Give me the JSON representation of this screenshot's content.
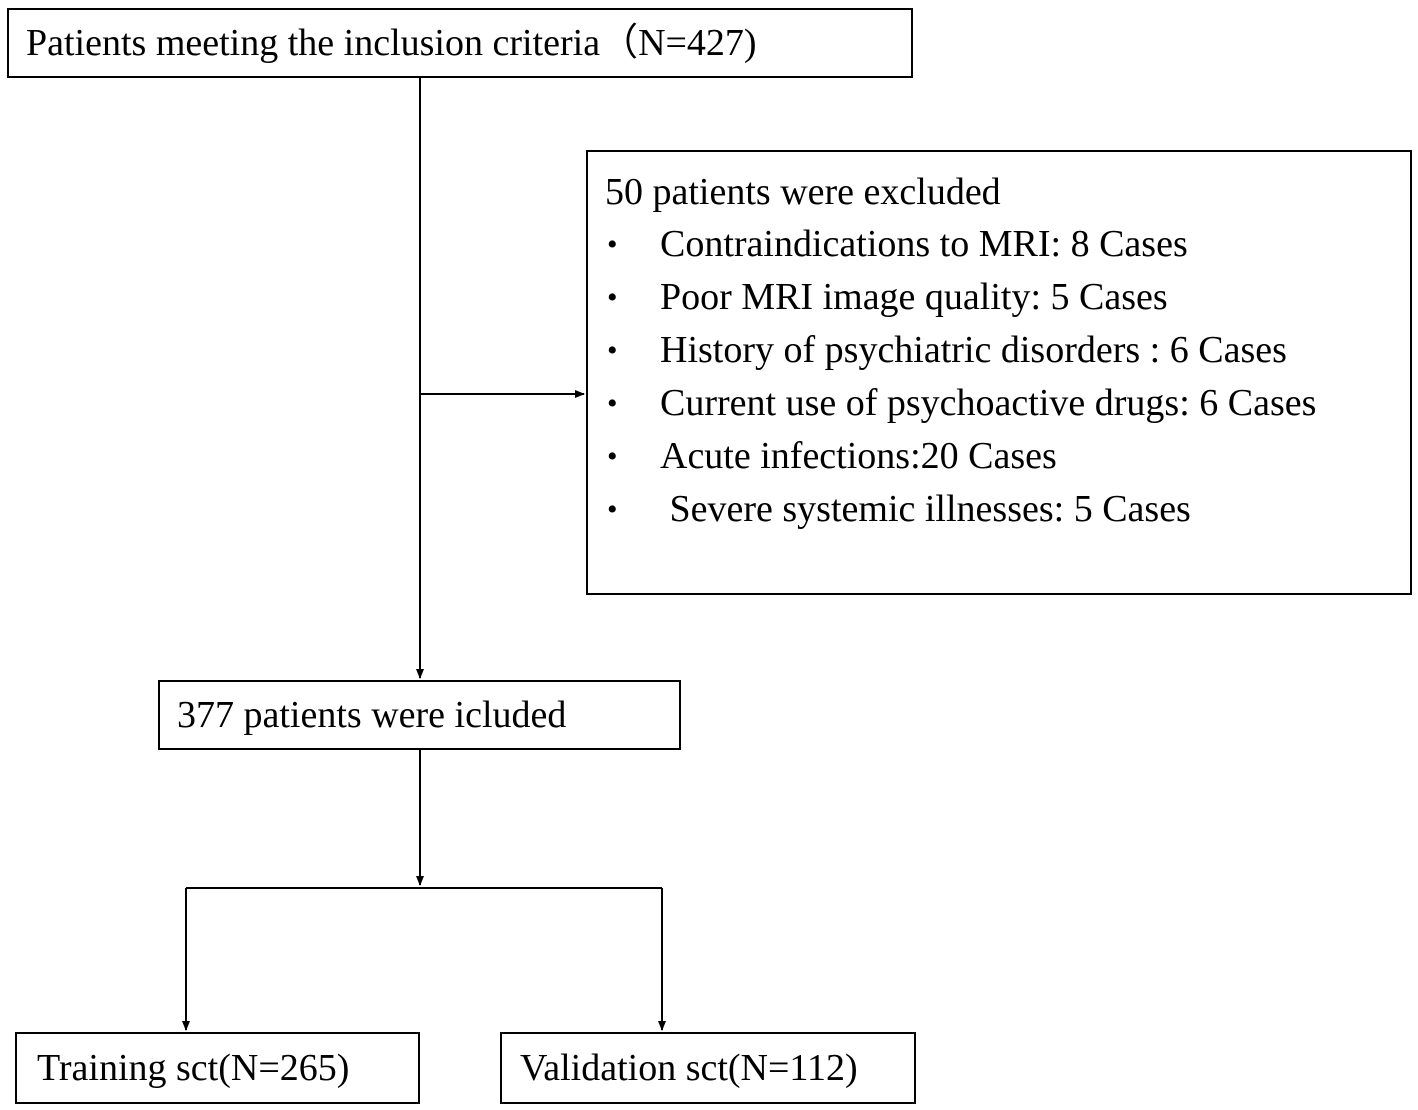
{
  "flowchart": {
    "top_box": {
      "text": "Patients meeting the inclusion criteria（N=427)"
    },
    "excluded_box": {
      "heading": "50 patients were excluded",
      "bullet_symbol": "•",
      "items": [
        "Contraindications to MRI: 8 Cases",
        "Poor MRI image quality: 5 Cases",
        "History of psychiatric disorders : 6 Cases",
        "Current use of psychoactive drugs: 6 Cases",
        "Acute infections:20 Cases",
        " Severe systemic illnesses: 5 Cases"
      ]
    },
    "included_box": {
      "text": "377 patients were icluded"
    },
    "training_box": {
      "text": "Training sct(N=265)"
    },
    "validation_box": {
      "text": "Validation sct(N=112)"
    },
    "line_color": "#000000"
  }
}
